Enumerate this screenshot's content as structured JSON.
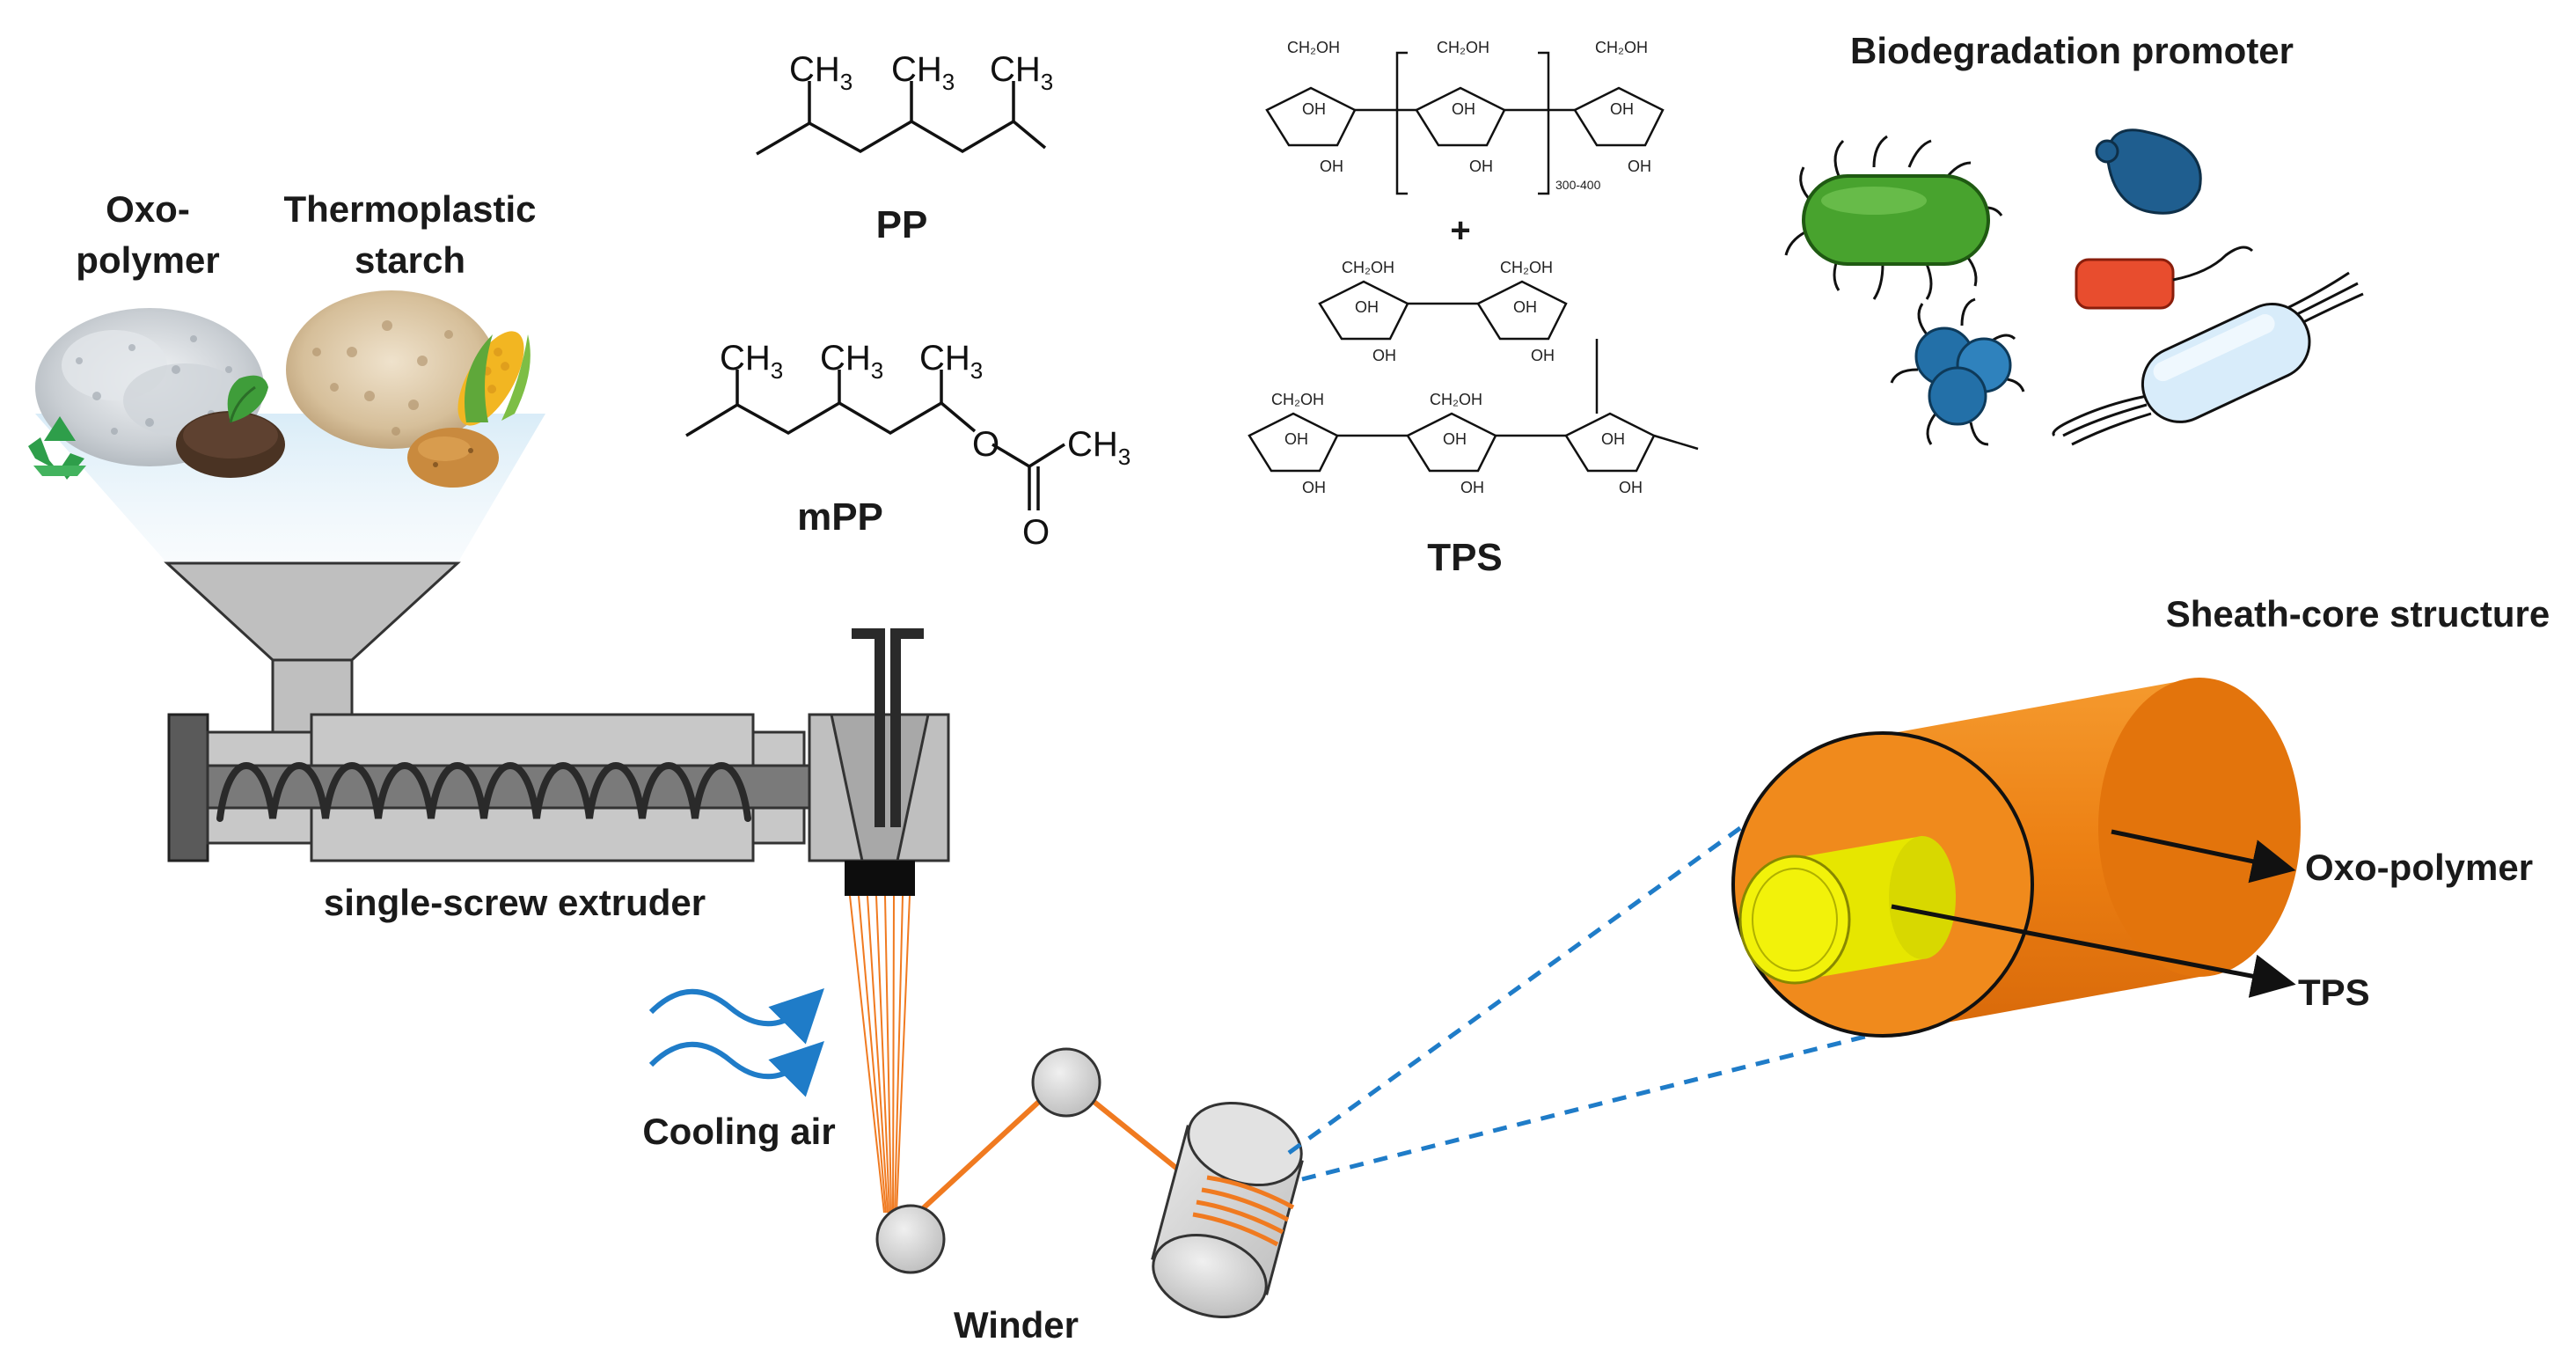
{
  "labels": {
    "oxo_line1": "Oxo-",
    "oxo_line2": "polymer",
    "tps_line1": "Thermoplastic",
    "tps_line2": "starch",
    "pp": "PP",
    "mpp": "mPP",
    "tps_chem": "TPS",
    "biodegradation": "Biodegradation promoter",
    "sheath_core": "Sheath-core structure",
    "extruder": "single-screw extruder",
    "cooling_air": "Cooling air",
    "winder": "Winder",
    "oxo_polymer_arrow": "Oxo-polymer",
    "tps_arrow": "TPS"
  },
  "chemistry": {
    "ch3": "CH",
    "sub3": "3",
    "o": "O",
    "oh": "OH",
    "ch2oh": "CH₂OH",
    "plus": "+",
    "repeat_n": "300-400"
  },
  "colors": {
    "sheath": "#f08a1c",
    "core": "#f2f20a",
    "fiber": "#f07a20",
    "air": "#1f7cc8",
    "dashed": "#1f7cc8",
    "machine": "#bfbfbf",
    "machine_dark": "#555555"
  },
  "icons": [
    "recycle-icon",
    "soil-sprout-icon",
    "corn-icon",
    "potato-icon",
    "bacteria-icon"
  ]
}
